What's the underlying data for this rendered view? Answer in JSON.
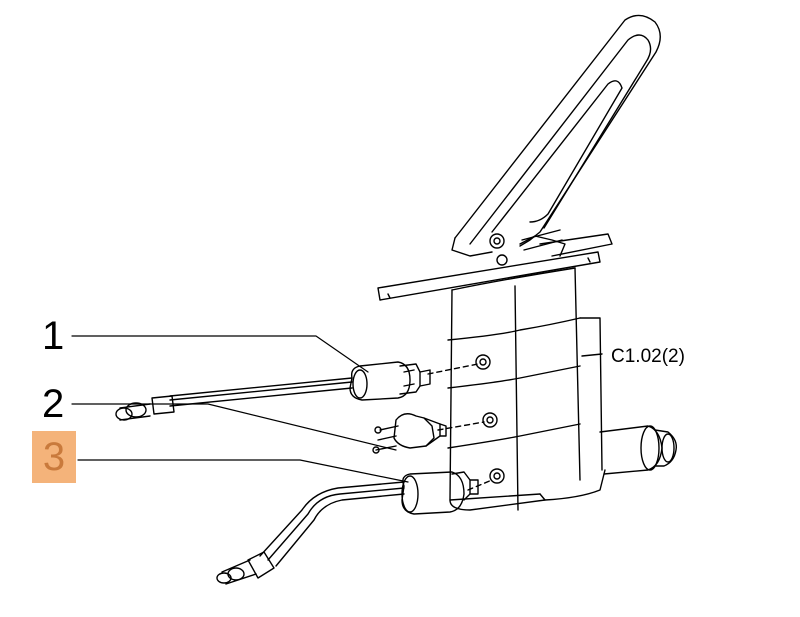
{
  "callouts": [
    {
      "number": "1",
      "highlighted": false
    },
    {
      "number": "2",
      "highlighted": false
    },
    {
      "number": "3",
      "highlighted": true
    }
  ],
  "reference_label": "C1.02(2)",
  "colors": {
    "line": "#000000",
    "highlight_fill": "#f4b37a",
    "highlight_text": "#c97a3c",
    "background": "#ffffff"
  }
}
